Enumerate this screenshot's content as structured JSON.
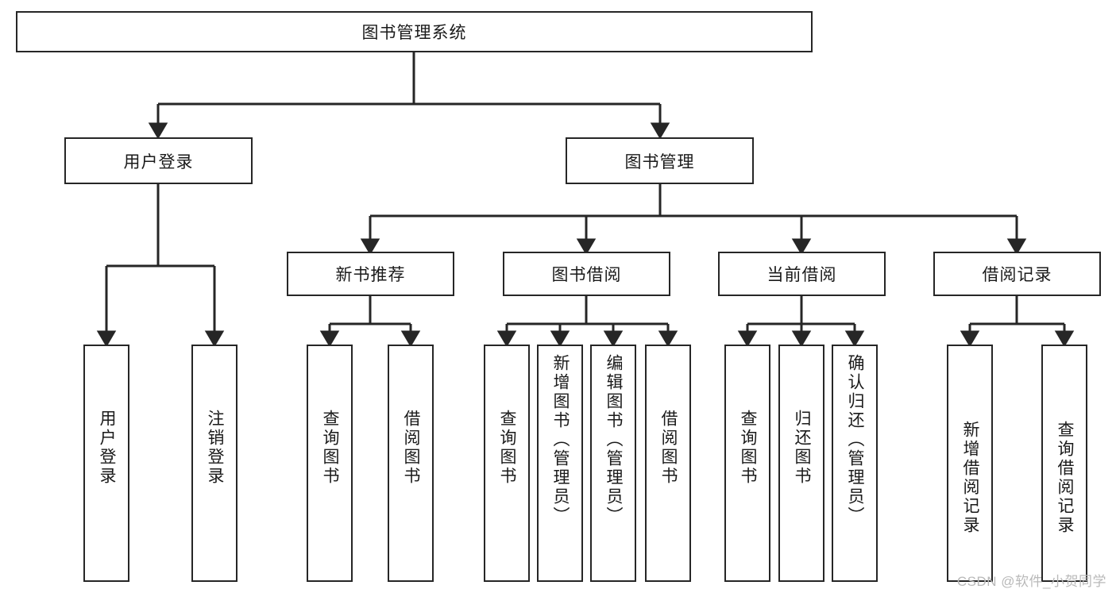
{
  "diagram": {
    "type": "hierarchy-tree",
    "title": "图书管理系统",
    "root": {
      "label": "图书管理系统"
    },
    "level2": [
      {
        "id": "user-login",
        "label": "用户登录"
      },
      {
        "id": "book-management",
        "label": "图书管理"
      }
    ],
    "level3": [
      {
        "id": "new-book-recommend",
        "label": "新书推荐",
        "parent": "book-management"
      },
      {
        "id": "book-borrow",
        "label": "图书借阅",
        "parent": "book-management"
      },
      {
        "id": "current-borrow",
        "label": "当前借阅",
        "parent": "book-management"
      },
      {
        "id": "borrow-record",
        "label": "借阅记录",
        "parent": "book-management"
      }
    ],
    "leaves": [
      {
        "id": "leaf-user-login",
        "label": "用户登录",
        "parent": "user-login"
      },
      {
        "id": "leaf-user-logout",
        "label": "注销登录",
        "parent": "user-login"
      },
      {
        "id": "leaf-query-book-1",
        "label": "查询图书",
        "parent": "new-book-recommend"
      },
      {
        "id": "leaf-borrow-book-1",
        "label": "借阅图书",
        "parent": "new-book-recommend"
      },
      {
        "id": "leaf-query-book-2",
        "label": "查询图书",
        "parent": "book-borrow"
      },
      {
        "id": "leaf-add-book",
        "label": "新增图书（管理员）",
        "parent": "book-borrow"
      },
      {
        "id": "leaf-edit-book",
        "label": "编辑图书（管理员）",
        "parent": "book-borrow"
      },
      {
        "id": "leaf-borrow-book-2",
        "label": "借阅图书",
        "parent": "book-borrow"
      },
      {
        "id": "leaf-query-book-3",
        "label": "查询图书",
        "parent": "current-borrow"
      },
      {
        "id": "leaf-return-book",
        "label": "归还图书",
        "parent": "current-borrow"
      },
      {
        "id": "leaf-confirm-return",
        "label": "确认归还（管理员）",
        "parent": "current-borrow"
      },
      {
        "id": "leaf-add-record",
        "label": "新增借阅记录",
        "parent": "borrow-record"
      },
      {
        "id": "leaf-query-record",
        "label": "查询借阅记录",
        "parent": "borrow-record"
      }
    ],
    "colors": {
      "stroke": "#262626",
      "background": "#ffffff",
      "text": "#1a1a1a",
      "watermark": "#b9b9b9"
    }
  },
  "watermark": {
    "text": "CSDN @软件_小贺同学"
  }
}
